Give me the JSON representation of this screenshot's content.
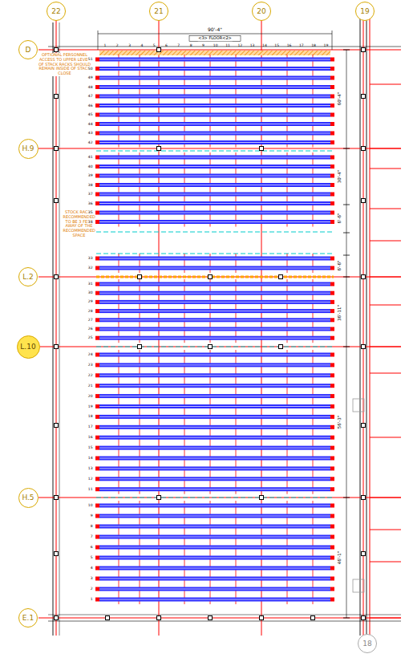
{
  "diagram": {
    "nodes": [
      {
        "text": [
          "22"
        ]
      },
      {
        "text": [
          "21"
        ]
      },
      {
        "text": [
          "20"
        ]
      },
      {
        "text": [
          "19"
        ]
      },
      {
        "text": [
          "D"
        ]
      },
      {
        "text": [
          "H.9"
        ]
      },
      {
        "text": [
          "L.2"
        ]
      },
      {
        "text": [
          "L.10"
        ]
      },
      {
        "text": [
          "H.5"
        ]
      },
      {
        "text": [
          "E.1"
        ]
      },
      {
        "text": [
          "18"
        ]
      }
    ],
    "labels": [
      "90'-4\"",
      "<3> FLOOR<2>",
      "1",
      "2",
      "3",
      "4",
      "5",
      "6",
      "7",
      "8",
      "9",
      "10",
      "11",
      "12",
      "13",
      "14",
      "15",
      "16",
      "17",
      "18",
      "19",
      "OPTIONAL PERSONNEL ACCESS TO UPPER LEVEL OF STACK RACKS SHOULD REMAIN INSIDE OF STACK CLOSE",
      "STOCK RACKS RECOMMENDED TO BE 3 FEET AWAY OF THE RECOMMENDED SPACE",
      "60'-4\"",
      "30'-4\"",
      "6'-6\"",
      "6'-6\"",
      "36'-11\"",
      "56'-3\"",
      "46'-1\"",
      "51",
      "50",
      "49",
      "48",
      "47",
      "46",
      "45",
      "44",
      "43",
      "42",
      "41",
      "40",
      "39",
      "38",
      "37",
      "36",
      "35",
      "34",
      "33",
      "32",
      "31",
      "30",
      "29",
      "28",
      "27",
      "26",
      "25",
      "24",
      "23",
      "22",
      "21",
      "20",
      "19",
      "18",
      "17",
      "16",
      "15",
      "14",
      "13",
      "12",
      "11",
      "10",
      "9",
      "8",
      "7",
      "6",
      "5",
      "4",
      "3",
      "2",
      "1"
    ]
  }
}
